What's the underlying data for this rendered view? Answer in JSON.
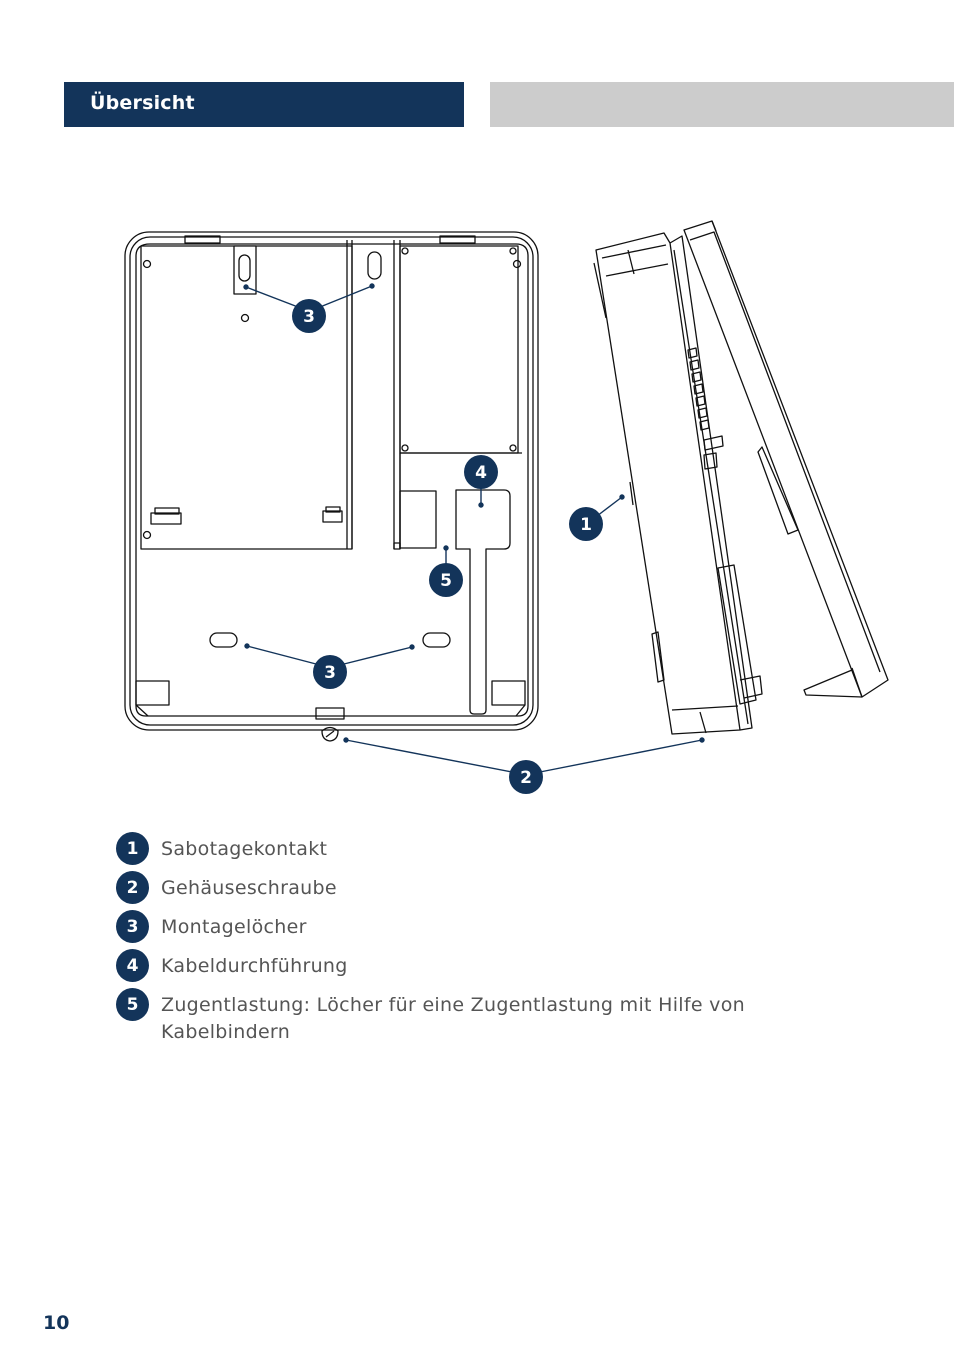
{
  "header": {
    "title": "Übersicht"
  },
  "figure": {
    "callouts": [
      "3",
      "3",
      "4",
      "5",
      "1",
      "2"
    ]
  },
  "legend": [
    {
      "number": "1",
      "text": "Sabotagekontakt"
    },
    {
      "number": "2",
      "text": "Gehäuseschraube"
    },
    {
      "number": "3",
      "text": "Montagelöcher"
    },
    {
      "number": "4",
      "text": "Kabeldurchführung"
    },
    {
      "number": "5",
      "text": "Zugentlastung: Löcher für eine Zugentlastung mit Hilfe von Kabelbindern"
    }
  ],
  "page": {
    "number": "10"
  },
  "colors": {
    "accent": "#13345a",
    "header_gray": "#cccccc",
    "legend_text": "#555555"
  }
}
